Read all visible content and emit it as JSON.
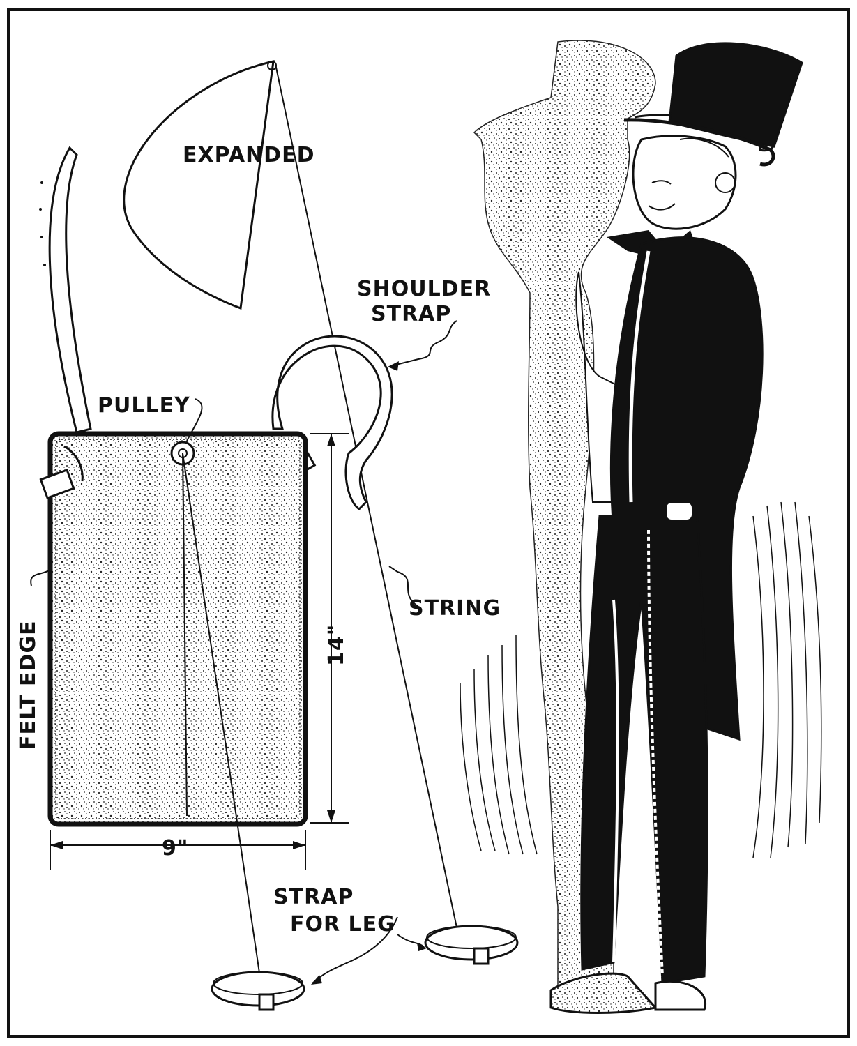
{
  "labels": {
    "expanded": "EXPANDED",
    "shoulder_strap_line1": "SHOULDER",
    "shoulder_strap_line2": "STRAP",
    "pulley": "PULLEY",
    "string": "STRING",
    "felt_edge": "FELT EDGE",
    "height_dim": "14\"",
    "width_dim": "9\"",
    "strap_for_leg_line1": "STRAP",
    "strap_for_leg_line2": "FOR LEG"
  },
  "colors": {
    "ink": "#111111",
    "paper": "#ffffff"
  }
}
